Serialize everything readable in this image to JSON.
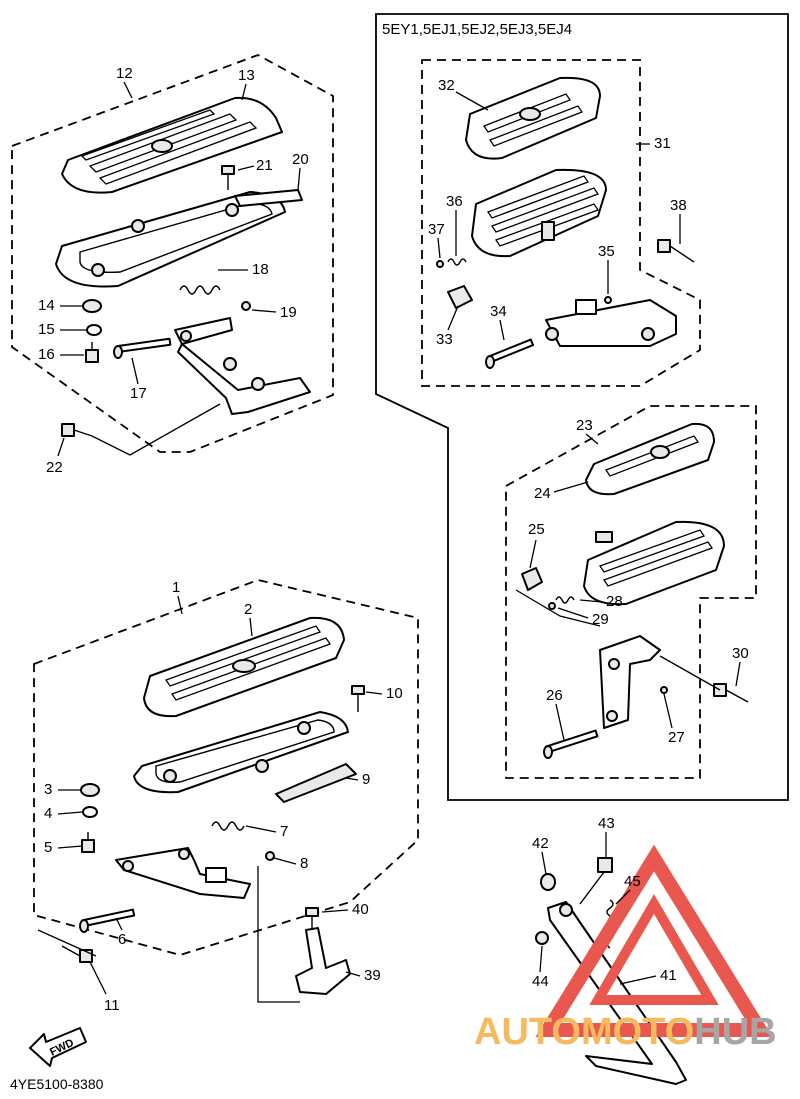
{
  "box_header": "5EY1,5EJ1,5EJ2,5EJ3,5EJ4",
  "fwd_label": "FWD",
  "ref_code": "4YE5100-8380",
  "watermark": {
    "word_a": "AUTOMOTO",
    "word_b": "HUB",
    "brand_color": "#e8584e",
    "accent_color": "#f5b95f"
  },
  "callouts": {
    "c1": "1",
    "c2": "2",
    "c3": "3",
    "c4": "4",
    "c5": "5",
    "c6": "6",
    "c7": "7",
    "c8": "8",
    "c9": "9",
    "c10": "10",
    "c11": "11",
    "c12": "12",
    "c13": "13",
    "c14": "14",
    "c15": "15",
    "c16": "16",
    "c17": "17",
    "c18": "18",
    "c19": "19",
    "c20": "20",
    "c21": "21",
    "c22": "22",
    "c23": "23",
    "c24": "24",
    "c25": "25",
    "c26": "26",
    "c27": "27",
    "c28": "28",
    "c29": "29",
    "c30": "30",
    "c31": "31",
    "c32": "32",
    "c33": "33",
    "c34": "34",
    "c35": "35",
    "c36": "36",
    "c37": "37",
    "c38": "38",
    "c39": "39",
    "c40": "40",
    "c41": "41",
    "c42": "42",
    "c43": "43",
    "c44": "44",
    "c45": "45"
  }
}
